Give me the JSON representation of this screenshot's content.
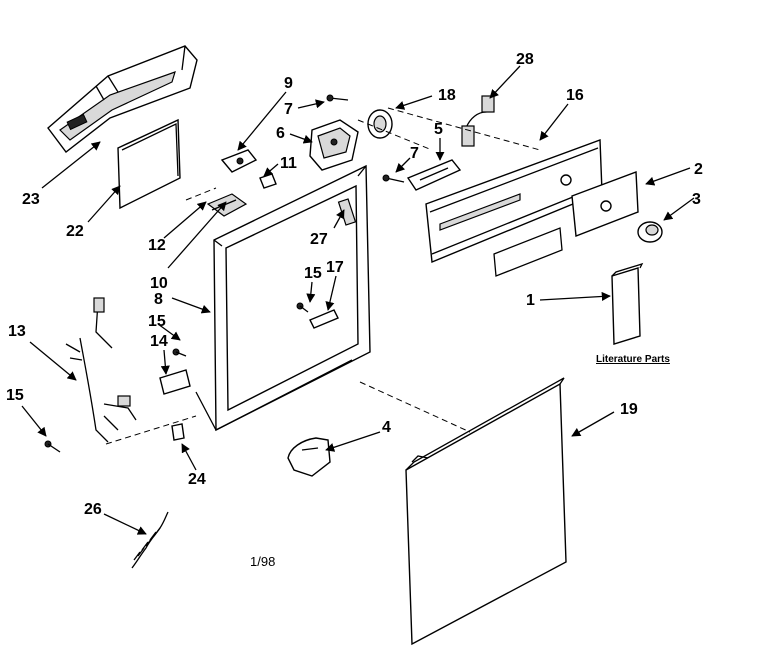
{
  "diagram": {
    "labels": {
      "p1": "1",
      "p2": "2",
      "p3": "3",
      "p4": "4",
      "p5": "5",
      "p6": "6",
      "p7a": "7",
      "p7b": "7",
      "p8": "8",
      "p9": "9",
      "p10": "10",
      "p11": "11",
      "p12": "12",
      "p13": "13",
      "p14": "14",
      "p15a": "15",
      "p15b": "15",
      "p15c": "15",
      "p16": "16",
      "p17": "17",
      "p18": "18",
      "p19": "19",
      "p22": "22",
      "p23": "23",
      "p24": "24",
      "p26": "26",
      "p27": "27",
      "p28": "28"
    },
    "literature_parts": "Literature Parts",
    "date_code": "1/98"
  }
}
